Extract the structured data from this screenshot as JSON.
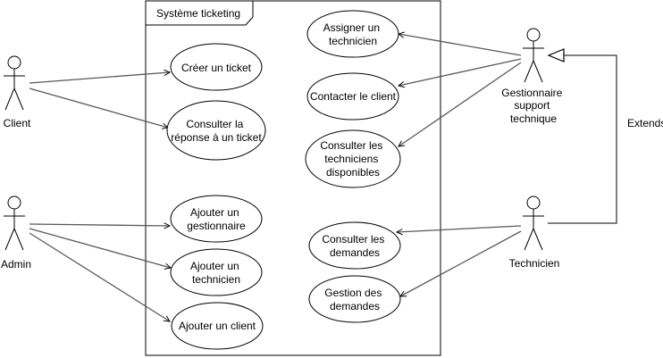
{
  "system": {
    "title": "Système ticketing"
  },
  "actors": {
    "client": "Client",
    "admin": "Admin",
    "gestionnaire": [
      "Gestionnaire",
      "support",
      "technique"
    ],
    "technicien": "Technicien"
  },
  "use_cases": {
    "creer_ticket": [
      "Créer un ticket"
    ],
    "consulter_reponse": [
      "Consulter la",
      "réponse à un ticket"
    ],
    "ajouter_gestionnaire": [
      "Ajouter un",
      "gestionnaire"
    ],
    "ajouter_technicien": [
      "Ajouter un",
      "technicien"
    ],
    "ajouter_client": [
      "Ajouter un client"
    ],
    "assigner_technicien": [
      "Assigner un",
      "technicien"
    ],
    "contacter_client": [
      "Contacter le client"
    ],
    "consulter_techniciens": [
      "Consulter les",
      "techniciens",
      "disponibles"
    ],
    "consulter_demandes": [
      "Consulter les",
      "demandes"
    ],
    "gestion_demandes": [
      "Gestion des",
      "demandes"
    ]
  },
  "relations": {
    "extends_label": "Extends"
  }
}
